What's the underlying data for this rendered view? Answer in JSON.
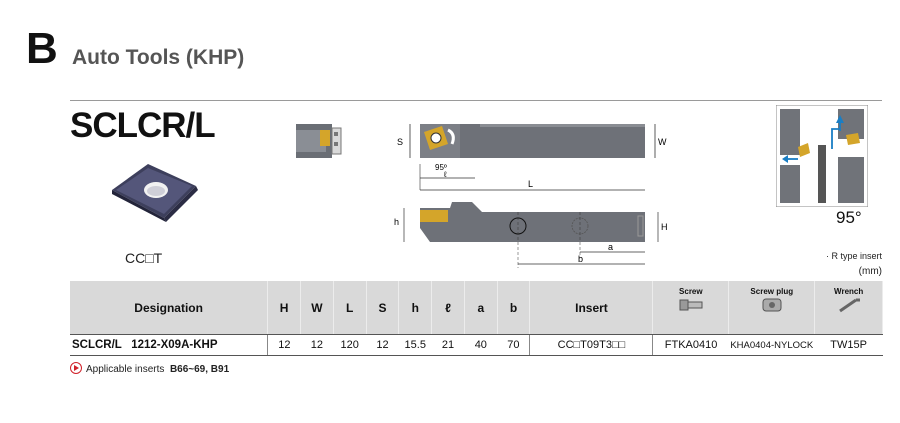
{
  "section": {
    "letter": "B",
    "title": "Auto Tools (KHP)"
  },
  "model": "SCLCR/L",
  "insert_code": "CC□T",
  "drawing": {
    "angle_label": "95°",
    "dims": {
      "S": "S",
      "W": "W",
      "h": "h",
      "H": "H",
      "L": "L",
      "l": "ℓ",
      "a": "a",
      "b": "b",
      "deg": "95º"
    }
  },
  "notes": {
    "r_type": "· R type insert",
    "unit": "(mm)"
  },
  "table": {
    "headers": [
      "Designation",
      "H",
      "W",
      "L",
      "S",
      "h",
      "ℓ",
      "a",
      "b",
      "Insert"
    ],
    "acc_headers": [
      "Screw",
      "Screw plug",
      "Wrench"
    ],
    "row": {
      "designation": "SCLCR/L   1212-X09A-KHP",
      "values": [
        "12",
        "12",
        "120",
        "12",
        "15.5",
        "21",
        "40",
        "70"
      ],
      "insert": "CC□T09T3□□",
      "screw": "FTKA0410",
      "screw_plug": "KHA0404-NYLOCK",
      "wrench": "TW15P"
    }
  },
  "footer": {
    "label": "Applicable inserts",
    "pages": "B66~69, B91"
  }
}
